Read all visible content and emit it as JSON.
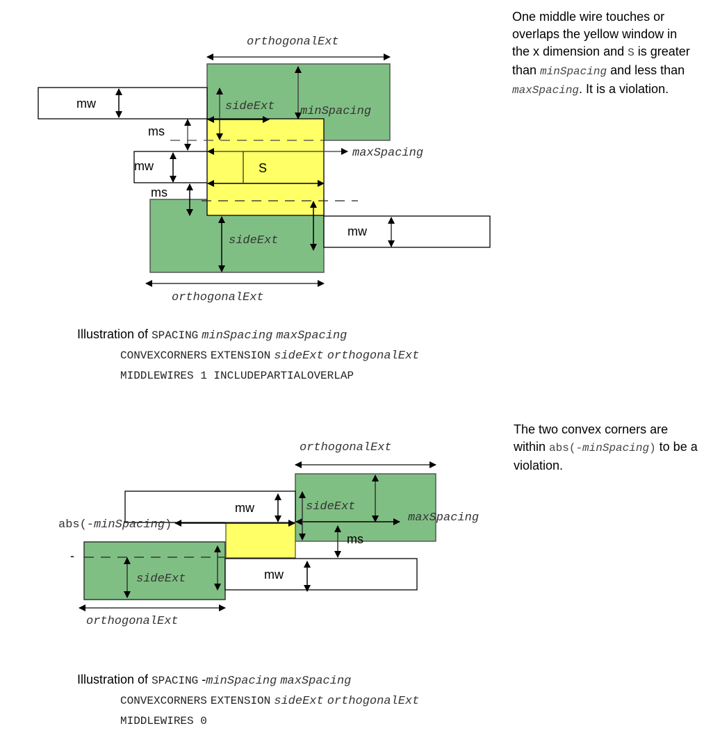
{
  "colors": {
    "green_shape": "#80bf84",
    "yellow_window": "#ffff66",
    "wire_fill": "#ffffff",
    "stroke": "#000000",
    "dash": "#444444"
  },
  "figure1": {
    "labels": {
      "orthogonal_top": "orthogonalExt",
      "orthogonal_bottom": "orthogonalExt",
      "side_ext_top": "sideExt",
      "side_ext_bottom": "sideExt",
      "min_spacing": "minSpacing",
      "max_spacing": "maxSpacing",
      "mw_top": "mw",
      "mw_middle": "mw",
      "mw_right": "mw",
      "ms_top": "ms",
      "ms_bottom": "ms",
      "s": "S"
    },
    "description": {
      "part1": "One middle wire touches or overlaps the yellow window in the x dimension and ",
      "s_code": "S",
      "part2": " is greater than ",
      "min": "minSpacing",
      "part3": " and less than ",
      "max": "maxSpacing",
      "part4": ". It is a violation."
    },
    "caption": {
      "prefix": "Illustration of ",
      "spacing": "SPACING",
      "min": "minSpacing",
      "max": "maxSpacing",
      "convex": "CONVEXCORNERS",
      "extension": "EXTENSION",
      "side": "sideExt",
      "orth": "orthogonalExt",
      "line3": "MIDDLEWIRES 1 INCLUDEPARTIALOVERLAP"
    }
  },
  "figure2": {
    "labels": {
      "orthogonal_top": "orthogonalExt",
      "orthogonal_bottom": "orthogonalExt",
      "side_ext_right": "sideExt",
      "side_ext_left": "sideExt",
      "max_spacing": "maxSpacing",
      "abs_prefix": "abs(-",
      "abs_min": "minSpacing",
      "abs_suffix": ")",
      "mw_top": "mw",
      "mw_bottom": "mw",
      "ms": "ms",
      "dash_mark": "-"
    },
    "description": {
      "part1": "The two convex corners are within ",
      "abs_prefix": "abs(-",
      "abs_min": "minSpacing",
      "abs_suffix": ")",
      "part2": " to be a violation."
    },
    "caption": {
      "prefix": "Illustration of ",
      "spacing": "SPACING",
      "neg": " -",
      "min": "minSpacing",
      "max": "maxSpacing",
      "convex": "CONVEXCORNERS",
      "extension": "EXTENSION",
      "side": "sideExt",
      "orth": "orthogonalExt",
      "line3": "MIDDLEWIRES 0"
    }
  }
}
